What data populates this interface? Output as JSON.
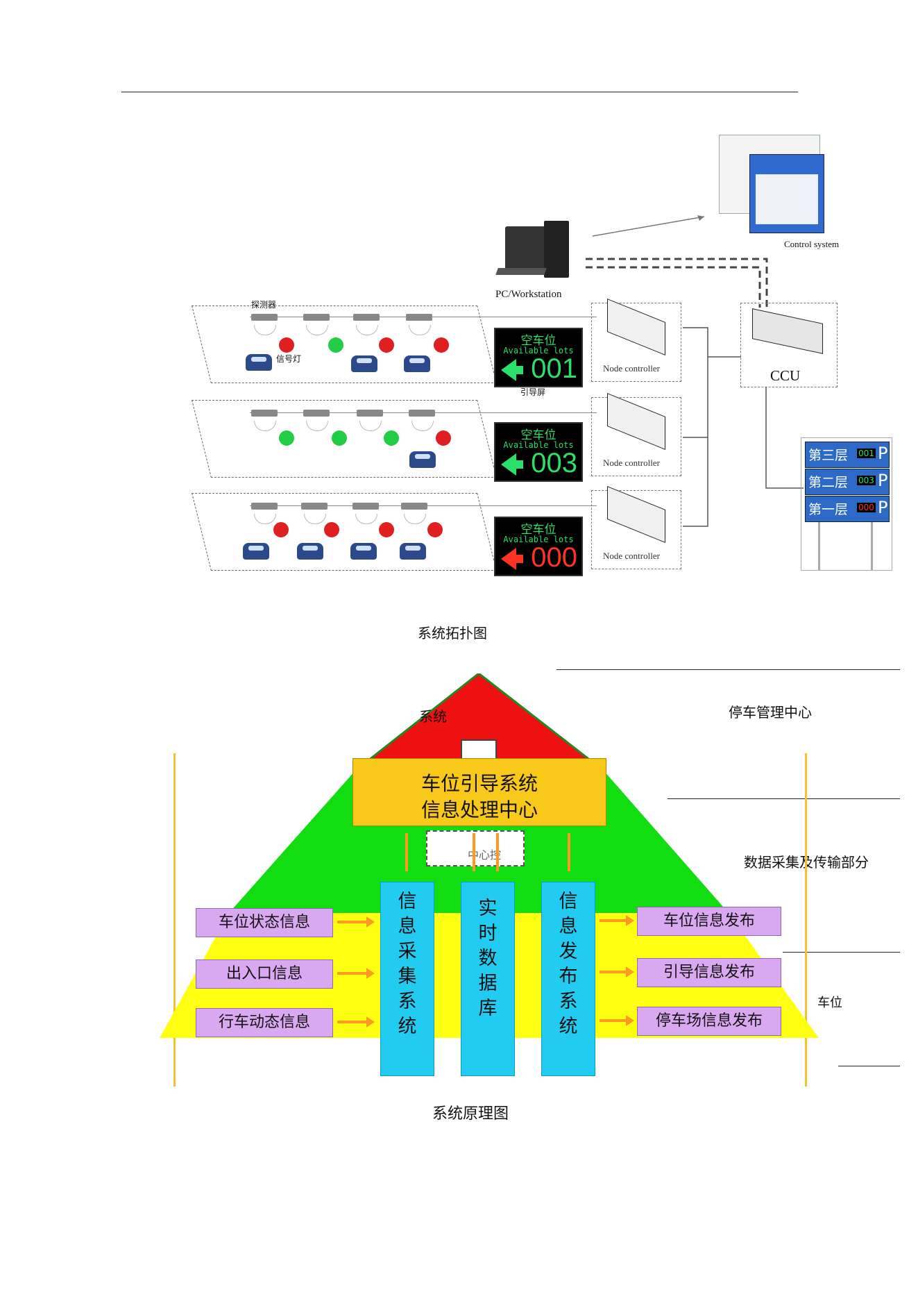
{
  "topology": {
    "control_system_label": "Control system",
    "pc_label": "PC/Workstation",
    "ccu_label": "CCU",
    "detector_label": "探测器",
    "signal_label": "信号灯",
    "guide_screen_label": "引导屏",
    "node_controller_label": "Node controller",
    "signs": [
      {
        "cn": "空车位",
        "en": "Available lots",
        "num": "001",
        "color": "#2adf6a"
      },
      {
        "cn": "空车位",
        "en": "Available lots",
        "num": "003",
        "color": "#2adf6a"
      },
      {
        "cn": "空车位",
        "en": "Available lots",
        "num": "000",
        "color": "#ff3322"
      }
    ],
    "level_board": [
      {
        "label": "第三层",
        "count": "001",
        "count_color": "#2adf6a",
        "p": "P"
      },
      {
        "label": "第二层",
        "count": "003",
        "count_color": "#2adf6a",
        "p": "P"
      },
      {
        "label": "第一层",
        "count": "000",
        "count_color": "#ff3322",
        "p": "P"
      }
    ],
    "caption": "系统拓扑图"
  },
  "principle": {
    "apex_label": "系统",
    "info_center": [
      "车位引导系统",
      "信息处理中心"
    ],
    "center_box_label": "中心控",
    "columns": [
      {
        "chars": [
          "信",
          "息",
          "采",
          "集",
          "系",
          "统"
        ]
      },
      {
        "chars": [
          "实",
          "时",
          "数",
          "据",
          "库"
        ]
      },
      {
        "chars": [
          "信",
          "息",
          "发",
          "布",
          "系",
          "统"
        ]
      }
    ],
    "inputs": [
      "车位状态信息",
      "出入口信息",
      "行车动态信息"
    ],
    "outputs": [
      "车位信息发布",
      "引导信息发布",
      "停车场信息发布"
    ],
    "right_labels": [
      "停车管理中心",
      "数据采集及传输部分",
      "车位"
    ],
    "caption": "系统原理图"
  }
}
